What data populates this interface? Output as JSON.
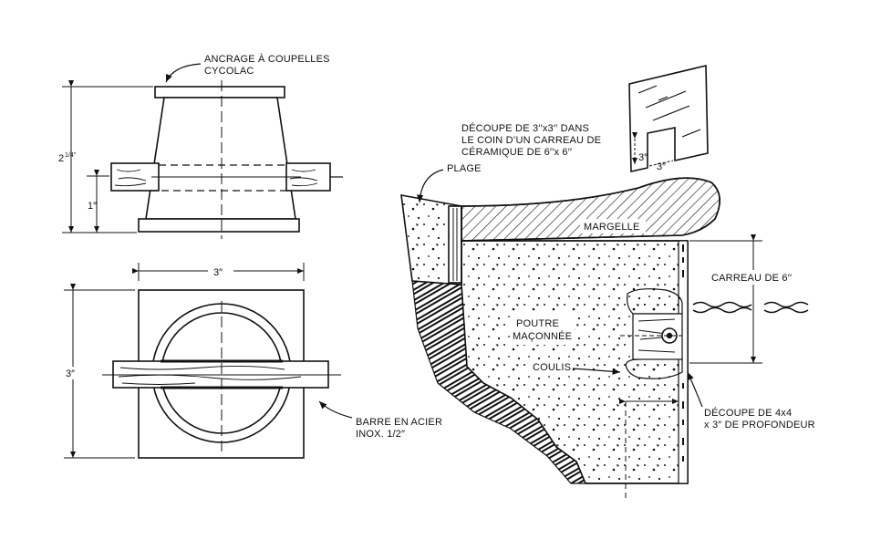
{
  "labels": {
    "anchor_line1": "ANCRAGE À COUPELLES",
    "anchor_line2": "CYCOLAC",
    "bar_line1": "BARRE EN ACIER",
    "bar_line2": "INOX. 1/2″",
    "cutout_tile_line1": "DÉCOUPE DE 3′′x3′′ DANS",
    "cutout_tile_line2": "LE COIN D’UN CARREAU DE",
    "cutout_tile_line3": "CÉRAMIQUE DE 6′′x 6′′",
    "plage": "PLAGE",
    "margelle": "MARGELLE",
    "carreau": "CARREAU DE 6′′",
    "poutre_line1": "POUTRE",
    "poutre_line2": "MAÇONNÉE",
    "coulis": "COULIS",
    "cutout_depth_line1": "DÉCOUPE DE 4x4",
    "cutout_depth_line2": "x 3″ DE PROFONDEUR"
  },
  "dimensions": {
    "height_total": "2",
    "height_total_frac": "1/4″",
    "height_bar": "1″",
    "width_top": "3″",
    "width_side": "3″",
    "tile_cut": "3″",
    "tile_cut_b": "3″"
  },
  "colors": {
    "ink": "#111111",
    "paper": "#ffffff"
  }
}
